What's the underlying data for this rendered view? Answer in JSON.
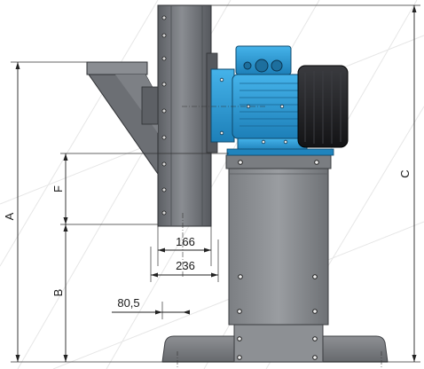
{
  "dimensions": {
    "A": "A",
    "B": "B",
    "C": "C",
    "F": "F",
    "d166": "166",
    "d236": "236",
    "d80_5": "80,5"
  },
  "colors": {
    "motor_blue": "#2b9bd6",
    "motor_dark": "#1c1c1e",
    "housing_gray": "#6f7278",
    "stand_gray": "#8b8d90"
  }
}
